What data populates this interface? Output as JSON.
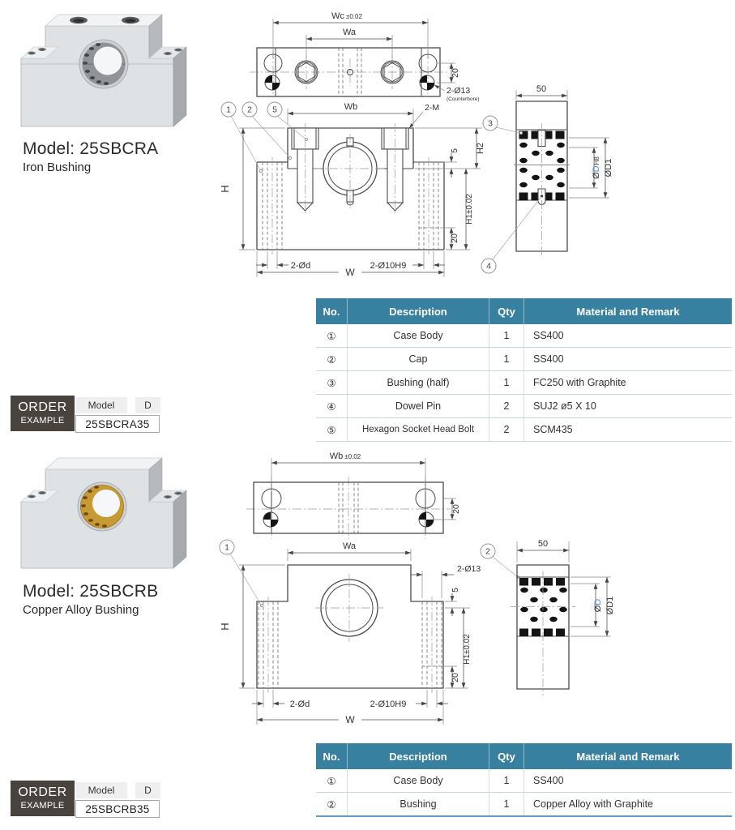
{
  "colors": {
    "table_header_bg": "#37809f",
    "table_header_text": "#ffffff",
    "order_box_bg": "#49433e",
    "dim_d_blue": "#4a90d9",
    "table_bottom_line": "#5b9fc4"
  },
  "section_a": {
    "model_title": "Model: 25SBCRA",
    "model_subtitle": "Iron Bushing",
    "drawing": {
      "top_view": {
        "dim_wc": "Wc",
        "dim_wc_tol": "±0.02",
        "dim_wa": "Wa",
        "dim_20": "20",
        "label_holes": "2-Ø13",
        "label_holes_note": "(Counterbore)"
      },
      "front_view": {
        "dim_wb": "Wb",
        "label_thread": "2-M",
        "dim_h2": "H2",
        "dim_5": "5",
        "dim_h1": "H1±0.02",
        "dim_20": "20",
        "dim_h": "H",
        "dim_2od": "2-Ød",
        "dim_2o10h9": "2-Ø10H9",
        "dim_w": "W",
        "balloon_1": "1",
        "balloon_2": "2",
        "balloon_5": "5"
      },
      "side_view": {
        "dim_50": "50",
        "dia_phi": "Ø",
        "dia_d": "D",
        "dia_fit": "H8",
        "dim_d1": "ØD1",
        "balloon_3": "3",
        "balloon_4": "4"
      }
    },
    "table": {
      "headers": [
        "No.",
        "Description",
        "Qty",
        "Material and Remark"
      ],
      "rows": [
        {
          "no": "①",
          "desc": "Case Body",
          "qty": "1",
          "material": "SS400"
        },
        {
          "no": "②",
          "desc": "Cap",
          "qty": "1",
          "material": "SS400"
        },
        {
          "no": "③",
          "desc": "Bushing (half)",
          "qty": "1",
          "material": "FC250 with Graphite"
        },
        {
          "no": "④",
          "desc": "Dowel Pin",
          "qty": "2",
          "material": "SUJ2 ø5 X 10"
        },
        {
          "no": "⑤",
          "desc": "Hexagon Socket Head Bolt",
          "qty": "2",
          "material": "SCM435"
        }
      ]
    },
    "order": {
      "box_line1": "ORDER",
      "box_line2": "EXAMPLE",
      "model_label": "Model",
      "d_label": "D",
      "example_value": "25SBCRA35"
    }
  },
  "section_b": {
    "model_title": "Model: 25SBCRB",
    "model_subtitle": "Copper Alloy Bushing",
    "drawing": {
      "top_view": {
        "dim_wb": "Wb",
        "dim_wb_tol": "±0.02",
        "dim_20": "20"
      },
      "front_view": {
        "dim_wa": "Wa",
        "label_holes": "2-Ø13",
        "dim_5": "5",
        "dim_h1": "H1±0.02",
        "dim_20": "20",
        "dim_h": "H",
        "dim_2od": "2-Ød",
        "dim_2o10h9": "2-Ø10H9",
        "dim_w": "W",
        "balloon_1": "1",
        "balloon_2": "2"
      },
      "side_view": {
        "dim_50": "50",
        "dia_phi": "Ø",
        "dia_d": "D",
        "dim_d1": "ØD1"
      }
    },
    "table": {
      "headers": [
        "No.",
        "Description",
        "Qty",
        "Material and Remark"
      ],
      "rows": [
        {
          "no": "①",
          "desc": "Case Body",
          "qty": "1",
          "material": "SS400"
        },
        {
          "no": "②",
          "desc": "Bushing",
          "qty": "1",
          "material": "Copper Alloy with Graphite"
        }
      ]
    },
    "order": {
      "box_line1": "ORDER",
      "box_line2": "EXAMPLE",
      "model_label": "Model",
      "d_label": "D",
      "example_value": "25SBCRB35"
    }
  }
}
